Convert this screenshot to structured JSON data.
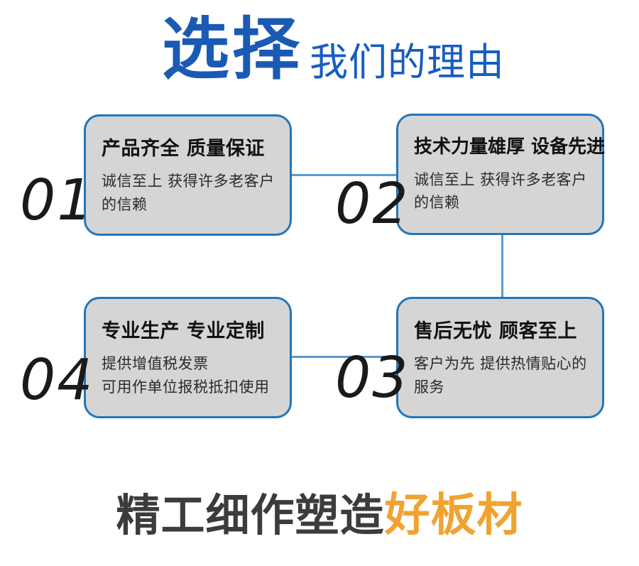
{
  "header": {
    "title_main": "选择",
    "title_sub": "我们的理由"
  },
  "boxes": [
    {
      "number": "01",
      "title": "产品齐全 质量保证",
      "desc_line1": "诚信至上 获得许多老客户",
      "desc_line2": "的信赖"
    },
    {
      "number": "02",
      "title": "技术力量雄厚 设备先进",
      "desc_line1": "诚信至上 获得许多老客户",
      "desc_line2": "的信赖"
    },
    {
      "number": "04",
      "title": "专业生产 专业定制",
      "desc_line1": "提供增值税发票",
      "desc_line2": "可用作单位报税抵扣使用"
    },
    {
      "number": "03",
      "title": "售后无忧 顾客至上",
      "desc_line1": "客户为先 提供热情贴心的",
      "desc_line2": "服务"
    }
  ],
  "footer": {
    "dark_text": "精工细作塑造",
    "accent_text": "好板材"
  },
  "colors": {
    "title_blue": "#1a5ab4",
    "subtitle_blue": "#165dc0",
    "box_border_blue": "#2277bb",
    "connector_blue": "#5b9bd0",
    "box_fill_gray": "#d5d5d5",
    "number_black": "#1a1a1a",
    "footer_dark": "#3c3c3c",
    "footer_orange": "#f0a331"
  }
}
